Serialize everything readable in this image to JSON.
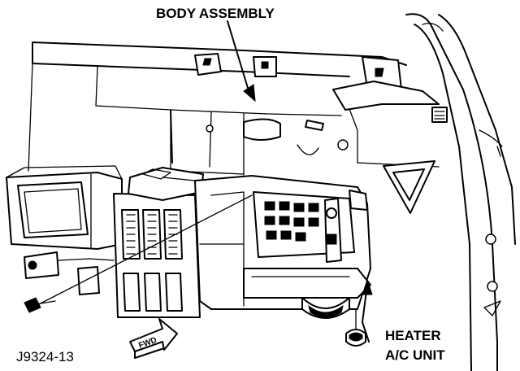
{
  "labels": {
    "body_assembly": "BODY ASSEMBLY",
    "heater_line1": "HEATER",
    "heater_line2": "A/C UNIT",
    "figure_id": "J9324-13",
    "fwd": "FWD"
  }
}
